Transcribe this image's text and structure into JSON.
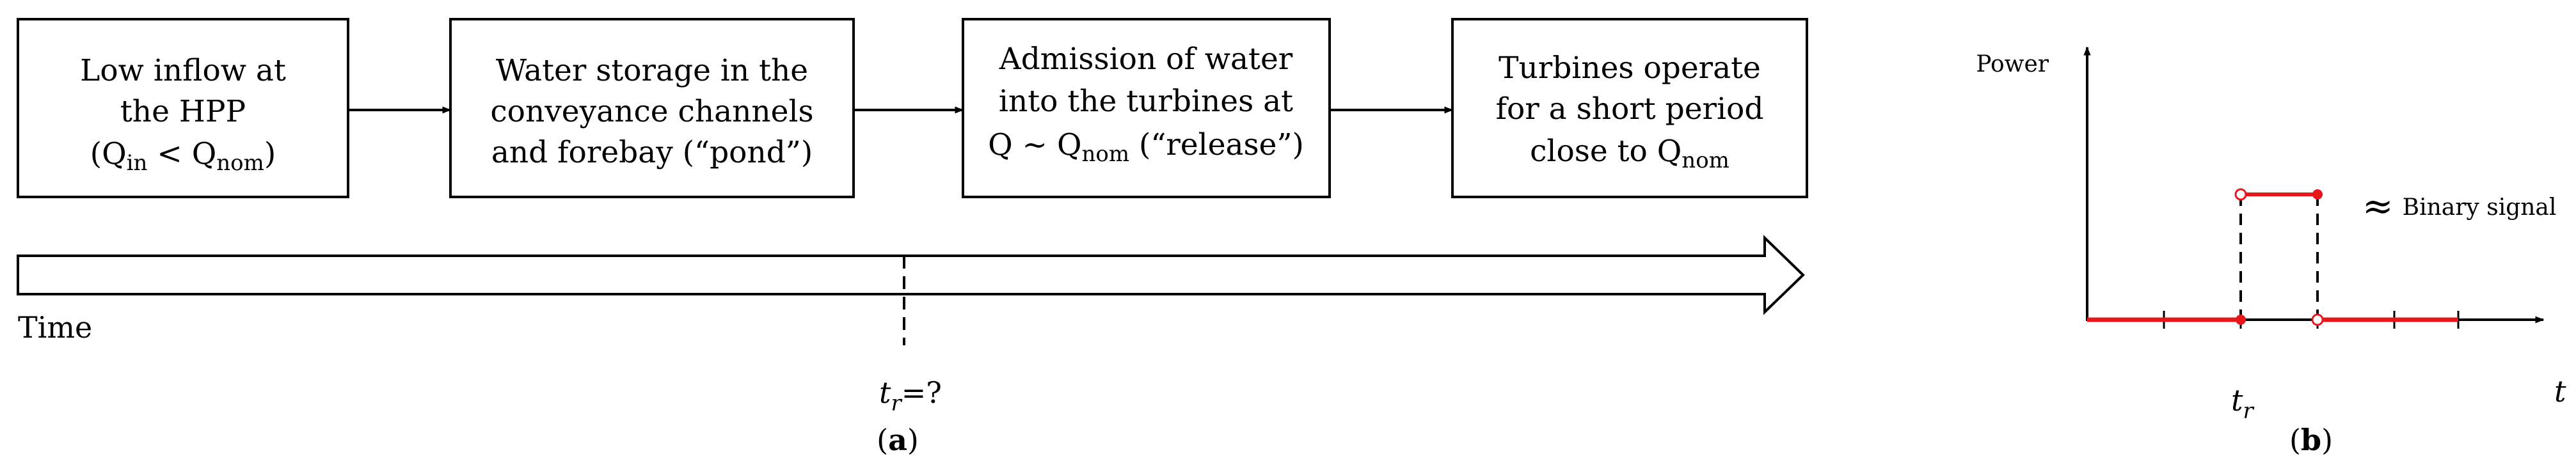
{
  "panel_a": {
    "boxes": [
      {
        "lines": [
          "Low inflow at",
          "the HPP"
        ],
        "formula": {
          "open": "(",
          "q1": "Q",
          "s1": "in",
          "rel": " < ",
          "q2": "Q",
          "s2": "nom",
          "close": ")"
        }
      },
      {
        "lines": [
          "Water storage in the",
          "conveyance channels",
          "and forebay (“pond”)"
        ]
      },
      {
        "lines": [
          "Admission of water",
          "into the turbines at"
        ],
        "formula": {
          "q1": "Q",
          "rel": " ~ ",
          "q2": "Q",
          "s2": "nom",
          "tail": " (“release”)"
        }
      },
      {
        "lines": [
          "Turbines operate",
          "for a short period"
        ],
        "formula": {
          "pre": "close to ",
          "q2": "Q",
          "s2": "nom"
        }
      }
    ],
    "timeline_label": "Time",
    "tr_label": {
      "var": "t",
      "sub": "r",
      "suffix": "=?"
    },
    "caption": {
      "open": "(",
      "letter": "a",
      "close": ")"
    }
  },
  "panel_b": {
    "y_label": "Power",
    "x_label": "t",
    "tr_tick": {
      "var": "t",
      "sub": "r"
    },
    "annotation": {
      "symbol": "≈",
      "text": "Binary signal"
    },
    "caption": {
      "open": "(",
      "letter": "b",
      "close": ")"
    },
    "colors": {
      "signal": "#e8171c"
    }
  }
}
